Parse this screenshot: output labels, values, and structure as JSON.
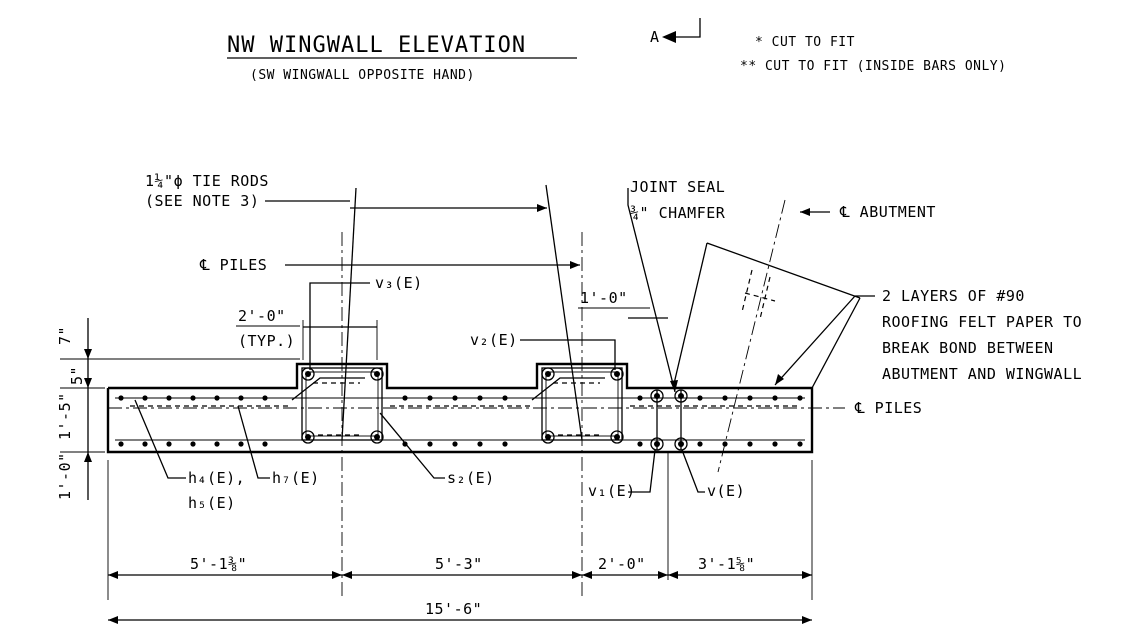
{
  "title": "NW WINGWALL ELEVATION",
  "subtitle": "(SW WINGWALL OPPOSITE HAND)",
  "section_marker": "A",
  "legend": {
    "cut_to_fit": "* CUT TO FIT",
    "cut_to_fit_inside": "** CUT TO FIT (INSIDE BARS ONLY)"
  },
  "labels": {
    "tie_rods_line1": "1¼\"ϕ TIE RODS",
    "tie_rods_line2": "(SEE NOTE 3)",
    "cl_piles_top": "℄ PILES",
    "v3": "v₃(E)",
    "v2": "v₂(E)",
    "joint_seal": "JOINT SEAL",
    "chamfer": "¾\" CHAMFER",
    "cl_abutment": "℄ ABUTMENT",
    "felt_line1": "2 LAYERS OF #90",
    "felt_line2": "ROOFING FELT PAPER TO",
    "felt_line3": "BREAK BOND BETWEEN",
    "felt_line4": "ABUTMENT AND WINGWALL",
    "cl_piles_right": "℄ PILES",
    "spacing_2ft": "2'-0\"",
    "typ": "(TYP.)",
    "spacing_1ft": "1'-0\"",
    "h4": "h₄(E),",
    "h5": "h₅(E)",
    "h7": "h₇(E)",
    "s2": "s₂(E)",
    "v1": "v₁(E)",
    "v": "v(E)"
  },
  "vertical_dims": {
    "d7": "7\"",
    "d5": "5\"",
    "d1_5": "1'-5\"",
    "d1_0": "1'-0\""
  },
  "horizontal_dims": {
    "d1": "5'-1⅜\"",
    "d2": "5'-3\"",
    "d3": "2'-0\"",
    "d4": "3'-1⅝\"",
    "total": "15'-6\""
  }
}
